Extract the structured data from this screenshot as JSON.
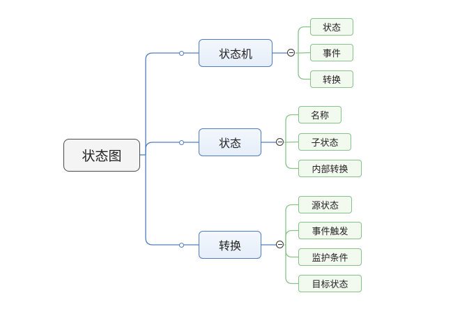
{
  "diagram": {
    "root": {
      "label": "状态图"
    },
    "branches": [
      {
        "label": "状态机",
        "children": [
          "状态",
          "事件",
          "转换"
        ]
      },
      {
        "label": "状态",
        "children": [
          "名称",
          "子状态",
          "内部转换"
        ]
      },
      {
        "label": "转换",
        "children": [
          "源状态",
          "事件触发",
          "监护条件",
          "目标状态"
        ]
      }
    ]
  },
  "colors": {
    "branch_line": "#4f7cc0",
    "leaf_line": "#86c28a",
    "root_border": "#4a4a4a"
  },
  "icons": {
    "collapse": "collapse-minus-icon",
    "connector": "connector-dot-icon"
  }
}
